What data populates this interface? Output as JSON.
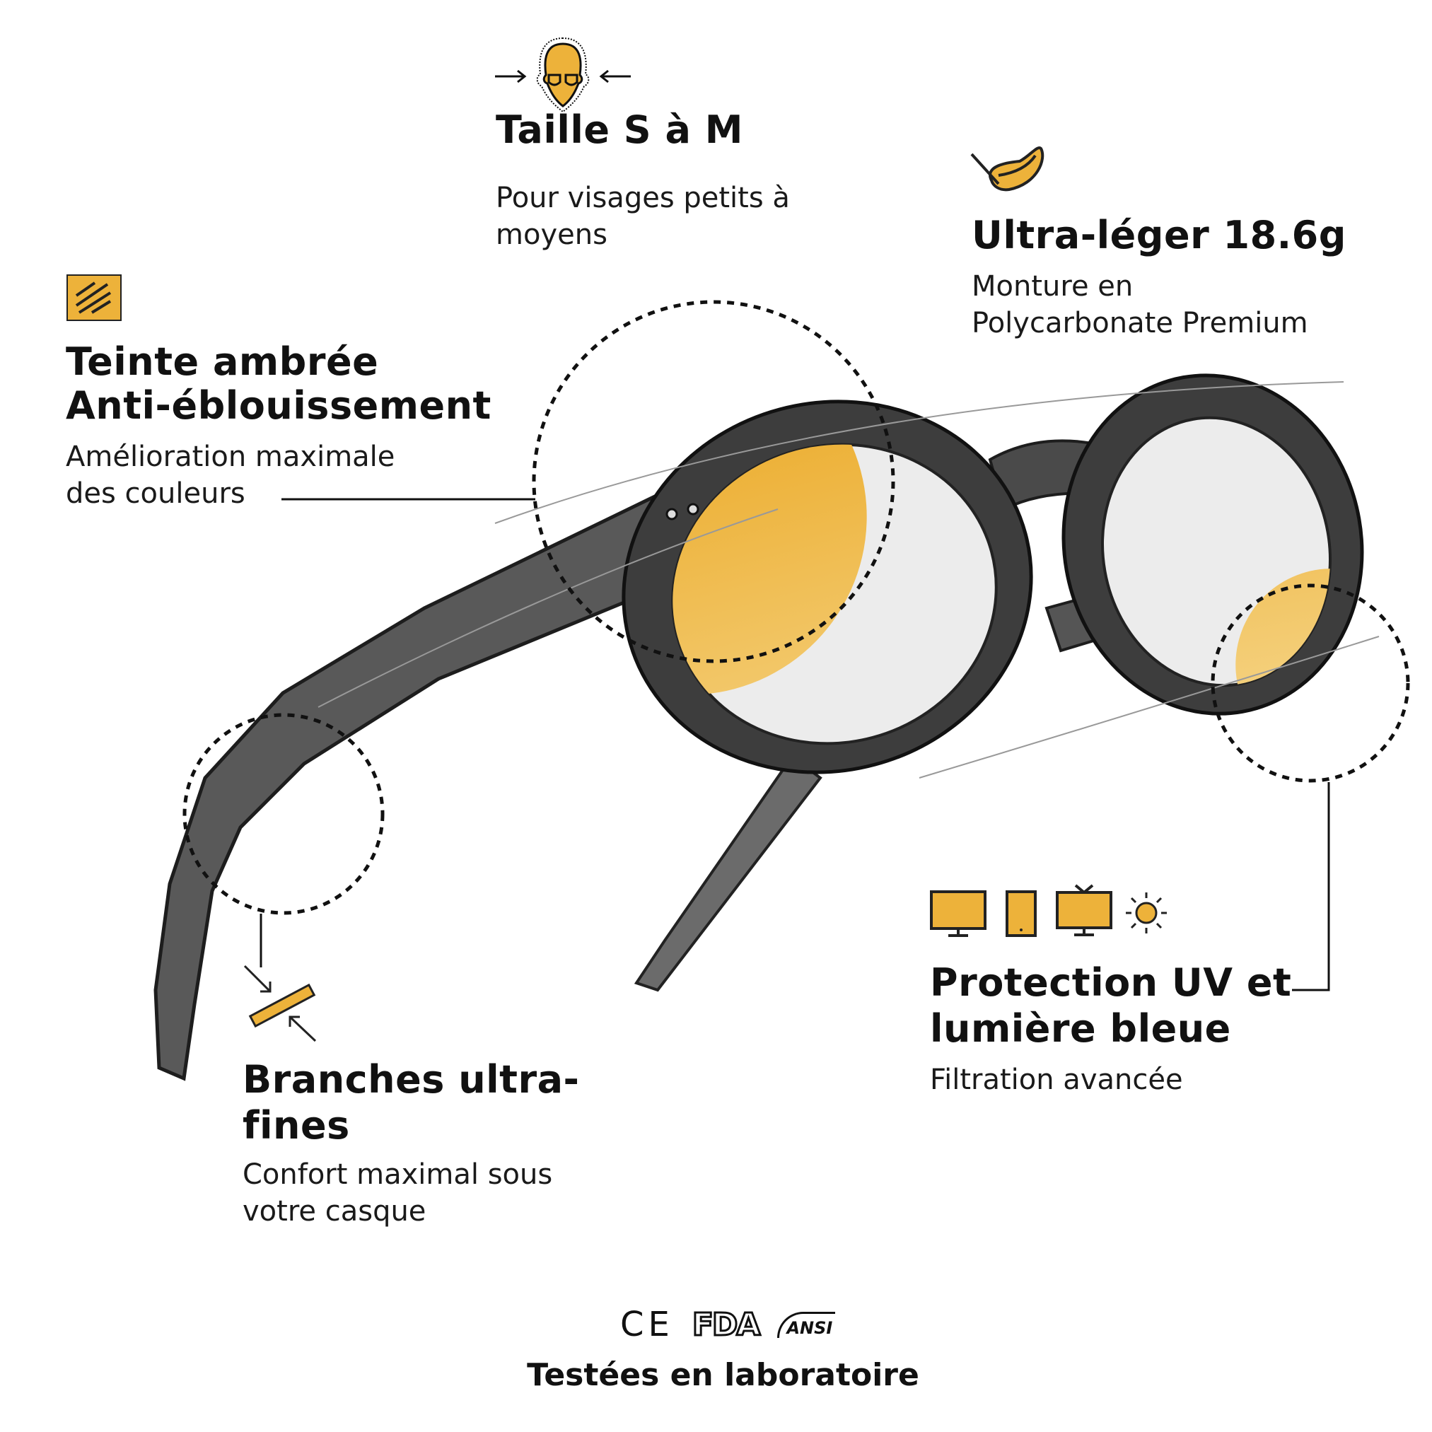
{
  "accent_color": "#EDB23A",
  "features": {
    "size": {
      "title": "Taille S à M",
      "sub1": "Pour visages petits à",
      "sub2": "moyens",
      "icon": "face-size-icon"
    },
    "weight": {
      "title": "Ultra-léger 18.6g",
      "sub1": "Monture en",
      "sub2": "Polycarbonate Premium",
      "icon": "feather-icon"
    },
    "tint": {
      "title1": "Teinte ambrée",
      "title2": "Anti-éblouissement",
      "sub1": "Amélioration maximale",
      "sub2": "des couleurs",
      "icon": "tint-stripes-icon"
    },
    "protection": {
      "title1": "Protection UV et",
      "title2": "lumière bleue",
      "sub1": "Filtration avancée",
      "icons": [
        "monitor-icon",
        "phone-icon",
        "tv-icon",
        "sun-icon"
      ]
    },
    "temples": {
      "title1": "Branches ultra-",
      "title2": "fines",
      "sub1": "Confort maximal sous",
      "sub2": "votre casque",
      "icon": "thin-temple-icon"
    }
  },
  "certifications": {
    "logos": [
      "CE",
      "FDA",
      "ANSI"
    ],
    "caption": "Testées en laboratoire"
  }
}
